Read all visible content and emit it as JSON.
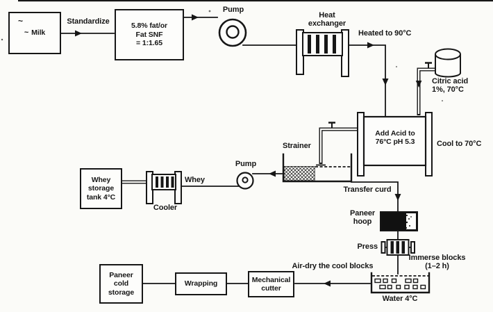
{
  "page": {
    "background": "#fbfbf8",
    "ink": "#161616",
    "title": "Paneer manufacturing process flow diagram"
  },
  "boxes": {
    "milk": {
      "squiggle": "~",
      "label": "Milk"
    },
    "standardized_milk": {
      "label": "5.8% fat/or\nFat SNF\n= 1:1.65"
    },
    "whey_storage": {
      "label": "Whey\nstorage\ntank 4°C"
    },
    "paneer_cold_storage": {
      "label": "Paneer\ncold\nstorage"
    },
    "wrapping": {
      "label": "Wrapping"
    },
    "mechanical_cutter": {
      "label": "Mechanical\ncutter"
    }
  },
  "labels": {
    "standardize": "Standardize",
    "pump_top": "Pump",
    "heat_exchanger": "Heat\nexchanger",
    "heated_to": "Heated to 90°C",
    "citric_acid": "Citric acid\n1%, 70°C",
    "add_acid": "Add Acid to\n76°C pH 5.3",
    "cool_to": "Cool to 70°C",
    "strainer": "Strainer",
    "pump_whey": "Pump",
    "whey": "Whey",
    "cooler": "Cooler",
    "transfer_curd": "Transfer curd",
    "paneer_hoop": "Paneer\nhoop",
    "press": "Press",
    "immerse_blocks": "Immerse blocks\n(1–2 h)",
    "air_dry": "Air-dry the cool blocks",
    "water": "Water 4°C"
  }
}
